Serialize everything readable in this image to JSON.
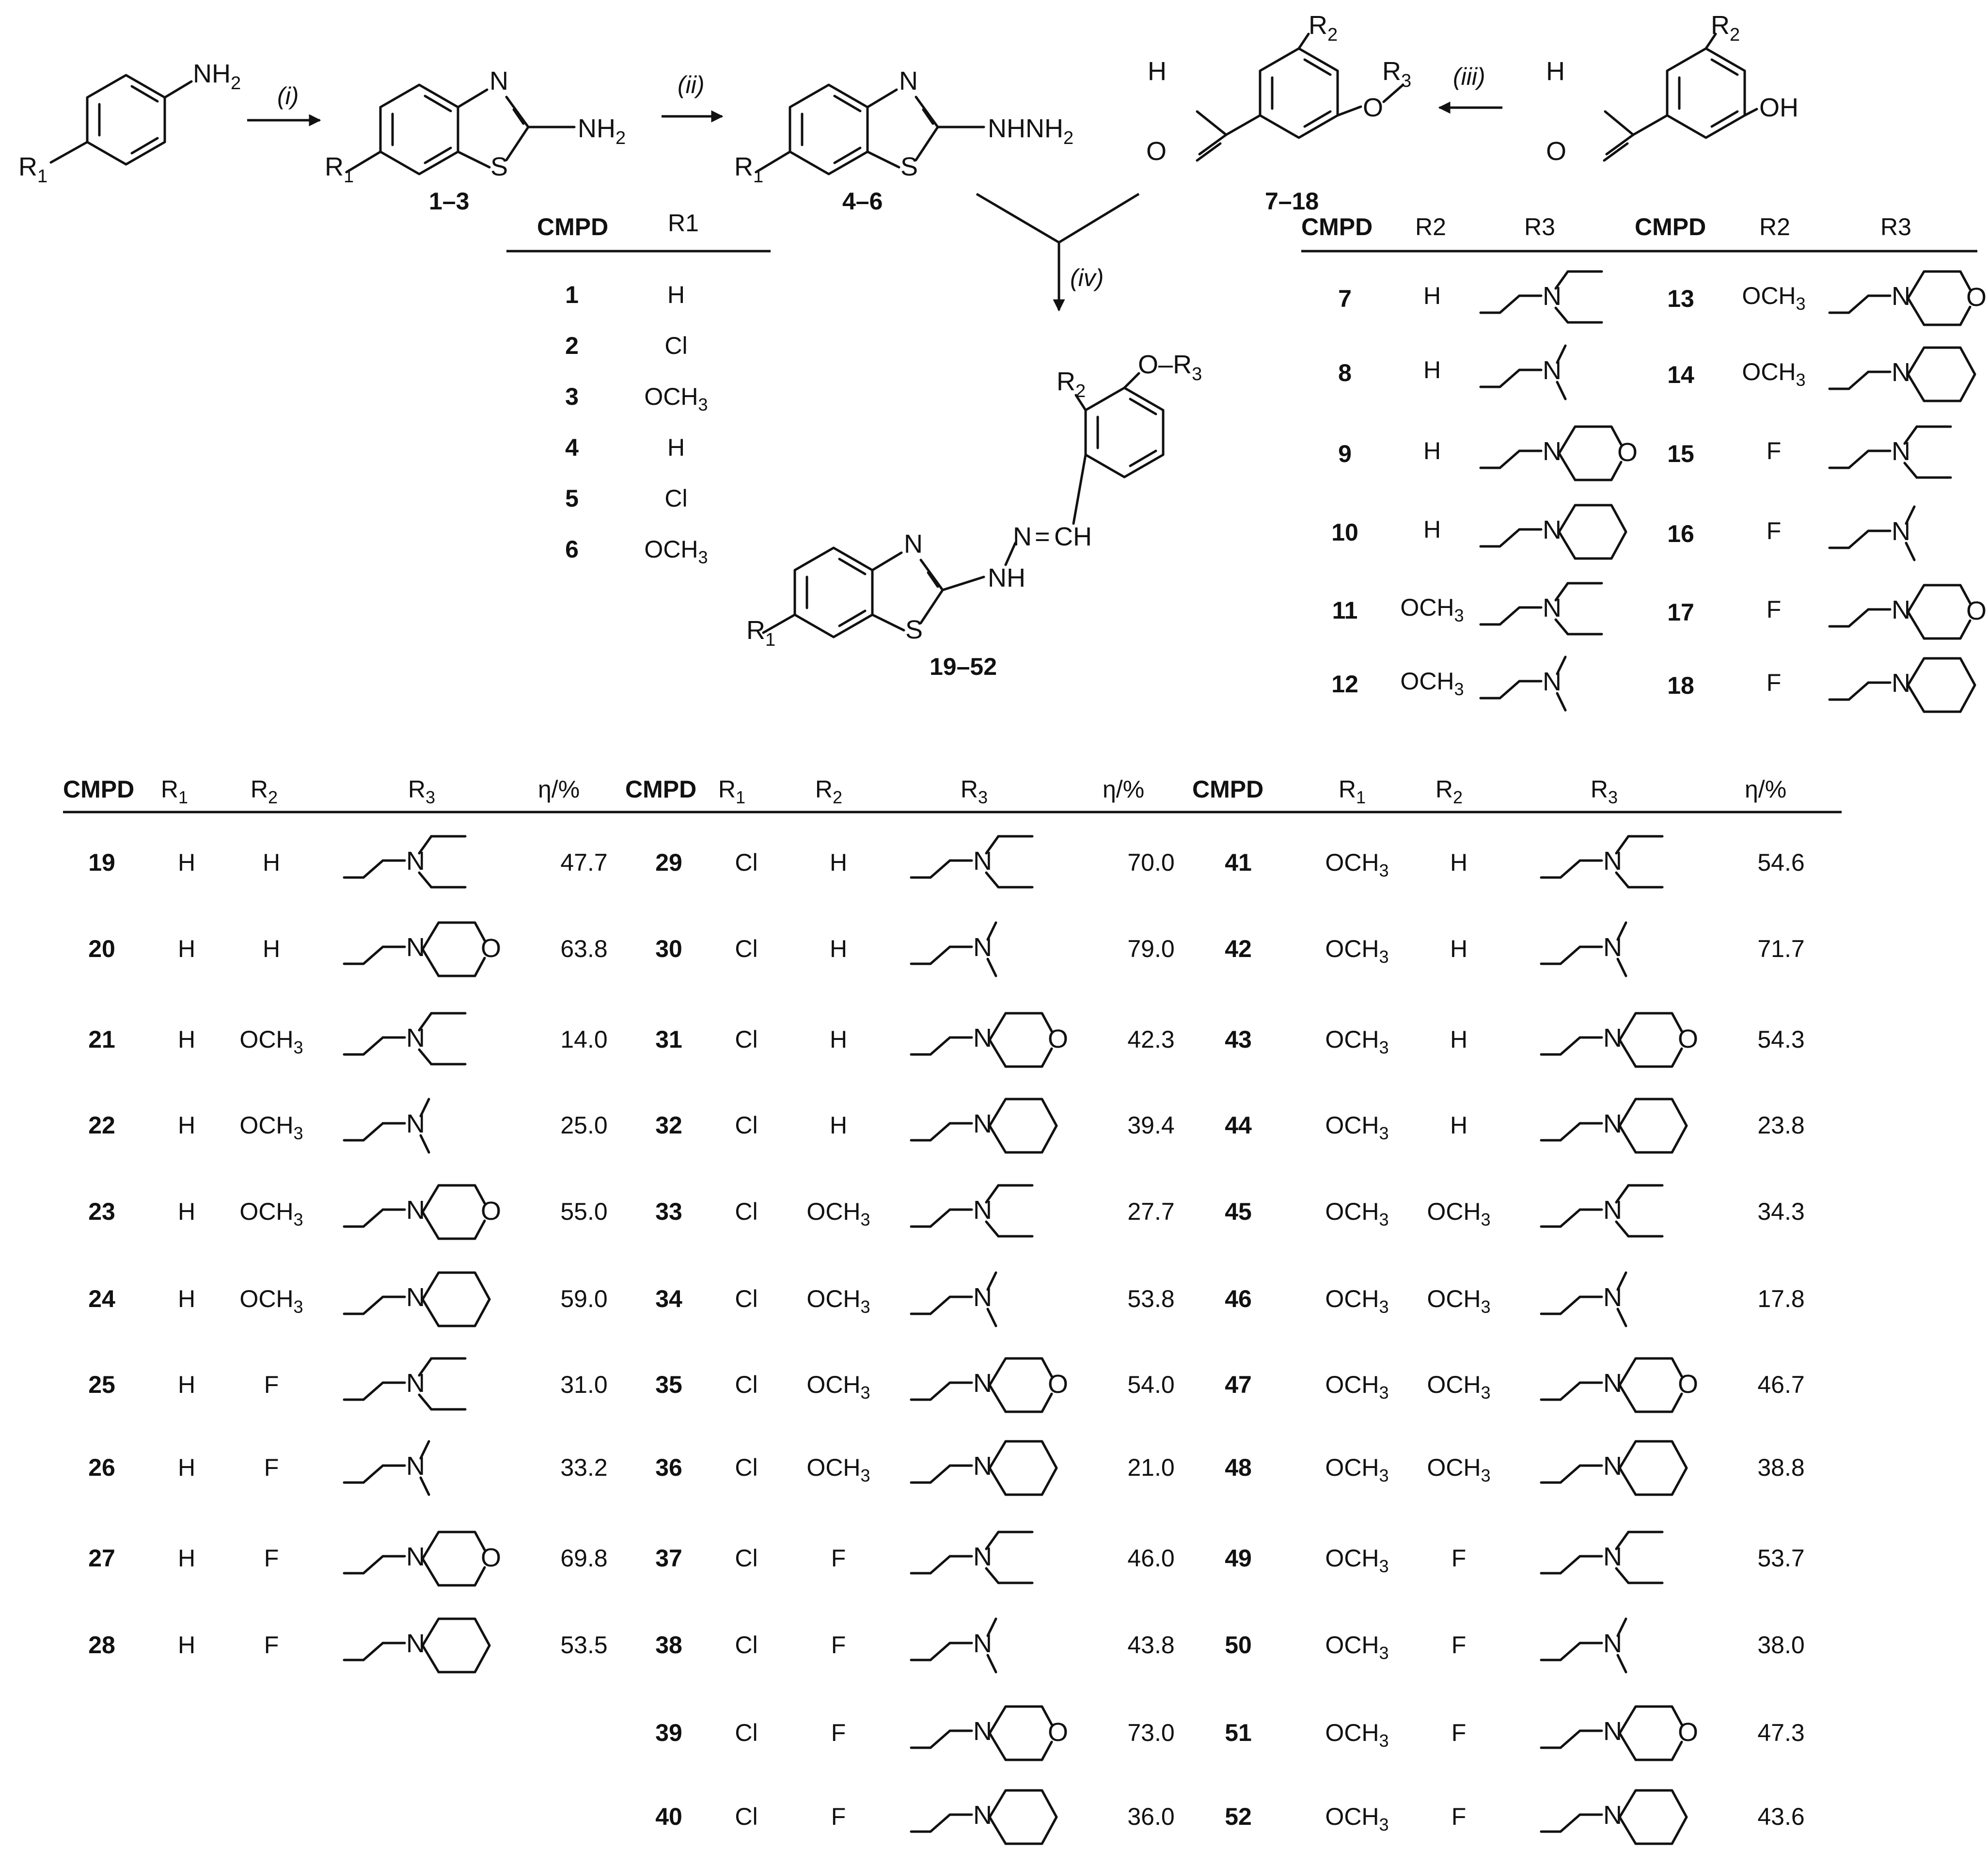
{
  "reagents": [
    "i",
    "ii",
    "iii",
    "iv"
  ],
  "compound_ranges": {
    "aminobenzothiazoles": "1–3",
    "hydrazines": "4–6",
    "aldehydes": "7–18",
    "products": "19–52"
  },
  "atoms": {
    "nh2": "NH",
    "nhnh2": "NHNH",
    "n": "N",
    "s": "S",
    "o": "O",
    "oh": "OH",
    "h": "H",
    "ch": "CH",
    "nh": "NH",
    "r": "R",
    "eq": "="
  },
  "substituent_table": {
    "headers": [
      "CMPD",
      "R1"
    ],
    "rows": [
      {
        "cmpd": "1",
        "r1": "H"
      },
      {
        "cmpd": "2",
        "r1": "Cl"
      },
      {
        "cmpd": "3",
        "r1": "OCH3"
      },
      {
        "cmpd": "4",
        "r1": "H"
      },
      {
        "cmpd": "5",
        "r1": "Cl"
      },
      {
        "cmpd": "6",
        "r1": "OCH3"
      }
    ]
  },
  "aldehyde_table": {
    "headers": [
      "CMPD",
      "R2",
      "R3"
    ],
    "left": [
      {
        "cmpd": "7",
        "r2": "H",
        "r3": "diethylaminoethyl"
      },
      {
        "cmpd": "8",
        "r2": "H",
        "r3": "dimethylaminoethyl"
      },
      {
        "cmpd": "9",
        "r2": "H",
        "r3": "morpholinoethyl"
      },
      {
        "cmpd": "10",
        "r2": "H",
        "r3": "piperidinoethyl"
      },
      {
        "cmpd": "11",
        "r2": "OCH3",
        "r3": "diethylaminoethyl"
      },
      {
        "cmpd": "12",
        "r2": "OCH3",
        "r3": "dimethylaminoethyl"
      }
    ],
    "right": [
      {
        "cmpd": "13",
        "r2": "OCH3",
        "r3": "morpholinoethyl"
      },
      {
        "cmpd": "14",
        "r2": "OCH3",
        "r3": "piperidinoethyl"
      },
      {
        "cmpd": "15",
        "r2": "F",
        "r3": "diethylaminoethyl"
      },
      {
        "cmpd": "16",
        "r2": "F",
        "r3": "dimethylaminoethyl"
      },
      {
        "cmpd": "17",
        "r2": "F",
        "r3": "morpholinoethyl"
      },
      {
        "cmpd": "18",
        "r2": "F",
        "r3": "piperidinoethyl"
      }
    ]
  },
  "product_table": {
    "headers": [
      "CMPD",
      "R1",
      "R2",
      "R3",
      "η/%"
    ],
    "columns": [
      [
        {
          "cmpd": "19",
          "r1": "H",
          "r2": "H",
          "r3": "diethylaminoethyl",
          "yield": "47.7"
        },
        {
          "cmpd": "20",
          "r1": "H",
          "r2": "H",
          "r3": "morpholinoethyl",
          "yield": "63.8"
        },
        {
          "cmpd": "21",
          "r1": "H",
          "r2": "OCH3",
          "r3": "diethylaminoethyl",
          "yield": "14.0"
        },
        {
          "cmpd": "22",
          "r1": "H",
          "r2": "OCH3",
          "r3": "dimethylaminoethyl",
          "yield": "25.0"
        },
        {
          "cmpd": "23",
          "r1": "H",
          "r2": "OCH3",
          "r3": "morpholinoethyl",
          "yield": "55.0"
        },
        {
          "cmpd": "24",
          "r1": "H",
          "r2": "OCH3",
          "r3": "piperidinoethyl",
          "yield": "59.0"
        },
        {
          "cmpd": "25",
          "r1": "H",
          "r2": "F",
          "r3": "diethylaminoethyl",
          "yield": "31.0"
        },
        {
          "cmpd": "26",
          "r1": "H",
          "r2": "F",
          "r3": "dimethylaminoethyl",
          "yield": "33.2"
        },
        {
          "cmpd": "27",
          "r1": "H",
          "r2": "F",
          "r3": "morpholinoethyl",
          "yield": "69.8"
        },
        {
          "cmpd": "28",
          "r1": "H",
          "r2": "F",
          "r3": "piperidinoethyl",
          "yield": "53.5"
        }
      ],
      [
        {
          "cmpd": "29",
          "r1": "Cl",
          "r2": "H",
          "r3": "diethylaminoethyl",
          "yield": "70.0"
        },
        {
          "cmpd": "30",
          "r1": "Cl",
          "r2": "H",
          "r3": "dimethylaminoethyl",
          "yield": "79.0"
        },
        {
          "cmpd": "31",
          "r1": "Cl",
          "r2": "H",
          "r3": "morpholinoethyl",
          "yield": "42.3"
        },
        {
          "cmpd": "32",
          "r1": "Cl",
          "r2": "H",
          "r3": "piperidinoethyl",
          "yield": "39.4"
        },
        {
          "cmpd": "33",
          "r1": "Cl",
          "r2": "OCH3",
          "r3": "diethylaminoethyl",
          "yield": "27.7"
        },
        {
          "cmpd": "34",
          "r1": "Cl",
          "r2": "OCH3",
          "r3": "dimethylaminoethyl",
          "yield": "53.8"
        },
        {
          "cmpd": "35",
          "r1": "Cl",
          "r2": "OCH3",
          "r3": "morpholinoethyl",
          "yield": "54.0"
        },
        {
          "cmpd": "36",
          "r1": "Cl",
          "r2": "OCH3",
          "r3": "piperidinoethyl",
          "yield": "21.0"
        },
        {
          "cmpd": "37",
          "r1": "Cl",
          "r2": "F",
          "r3": "diethylaminoethyl",
          "yield": "46.0"
        },
        {
          "cmpd": "38",
          "r1": "Cl",
          "r2": "F",
          "r3": "dimethylaminoethyl",
          "yield": "43.8"
        },
        {
          "cmpd": "39",
          "r1": "Cl",
          "r2": "F",
          "r3": "morpholinoethyl",
          "yield": "73.0"
        },
        {
          "cmpd": "40",
          "r1": "Cl",
          "r2": "F",
          "r3": "piperidinoethyl",
          "yield": "36.0"
        }
      ],
      [
        {
          "cmpd": "41",
          "r1": "OCH3",
          "r2": "H",
          "r3": "diethylaminoethyl",
          "yield": "54.6"
        },
        {
          "cmpd": "42",
          "r1": "OCH3",
          "r2": "H",
          "r3": "dimethylaminoethyl",
          "yield": "71.7"
        },
        {
          "cmpd": "43",
          "r1": "OCH3",
          "r2": "H",
          "r3": "morpholinoethyl",
          "yield": "54.3"
        },
        {
          "cmpd": "44",
          "r1": "OCH3",
          "r2": "H",
          "r3": "piperidinoethyl",
          "yield": "23.8"
        },
        {
          "cmpd": "45",
          "r1": "OCH3",
          "r2": "OCH3",
          "r3": "diethylaminoethyl",
          "yield": "34.3"
        },
        {
          "cmpd": "46",
          "r1": "OCH3",
          "r2": "OCH3",
          "r3": "dimethylaminoethyl",
          "yield": "17.8"
        },
        {
          "cmpd": "47",
          "r1": "OCH3",
          "r2": "OCH3",
          "r3": "morpholinoethyl",
          "yield": "46.7"
        },
        {
          "cmpd": "48",
          "r1": "OCH3",
          "r2": "OCH3",
          "r3": "piperidinoethyl",
          "yield": "38.8"
        },
        {
          "cmpd": "49",
          "r1": "OCH3",
          "r2": "F",
          "r3": "diethylaminoethyl",
          "yield": "53.7"
        },
        {
          "cmpd": "50",
          "r1": "OCH3",
          "r2": "F",
          "r3": "dimethylaminoethyl",
          "yield": "38.0"
        },
        {
          "cmpd": "51",
          "r1": "OCH3",
          "r2": "F",
          "r3": "morpholinoethyl",
          "yield": "47.3"
        },
        {
          "cmpd": "52",
          "r1": "OCH3",
          "r2": "F",
          "r3": "piperidinoethyl",
          "yield": "43.6"
        }
      ]
    ]
  }
}
